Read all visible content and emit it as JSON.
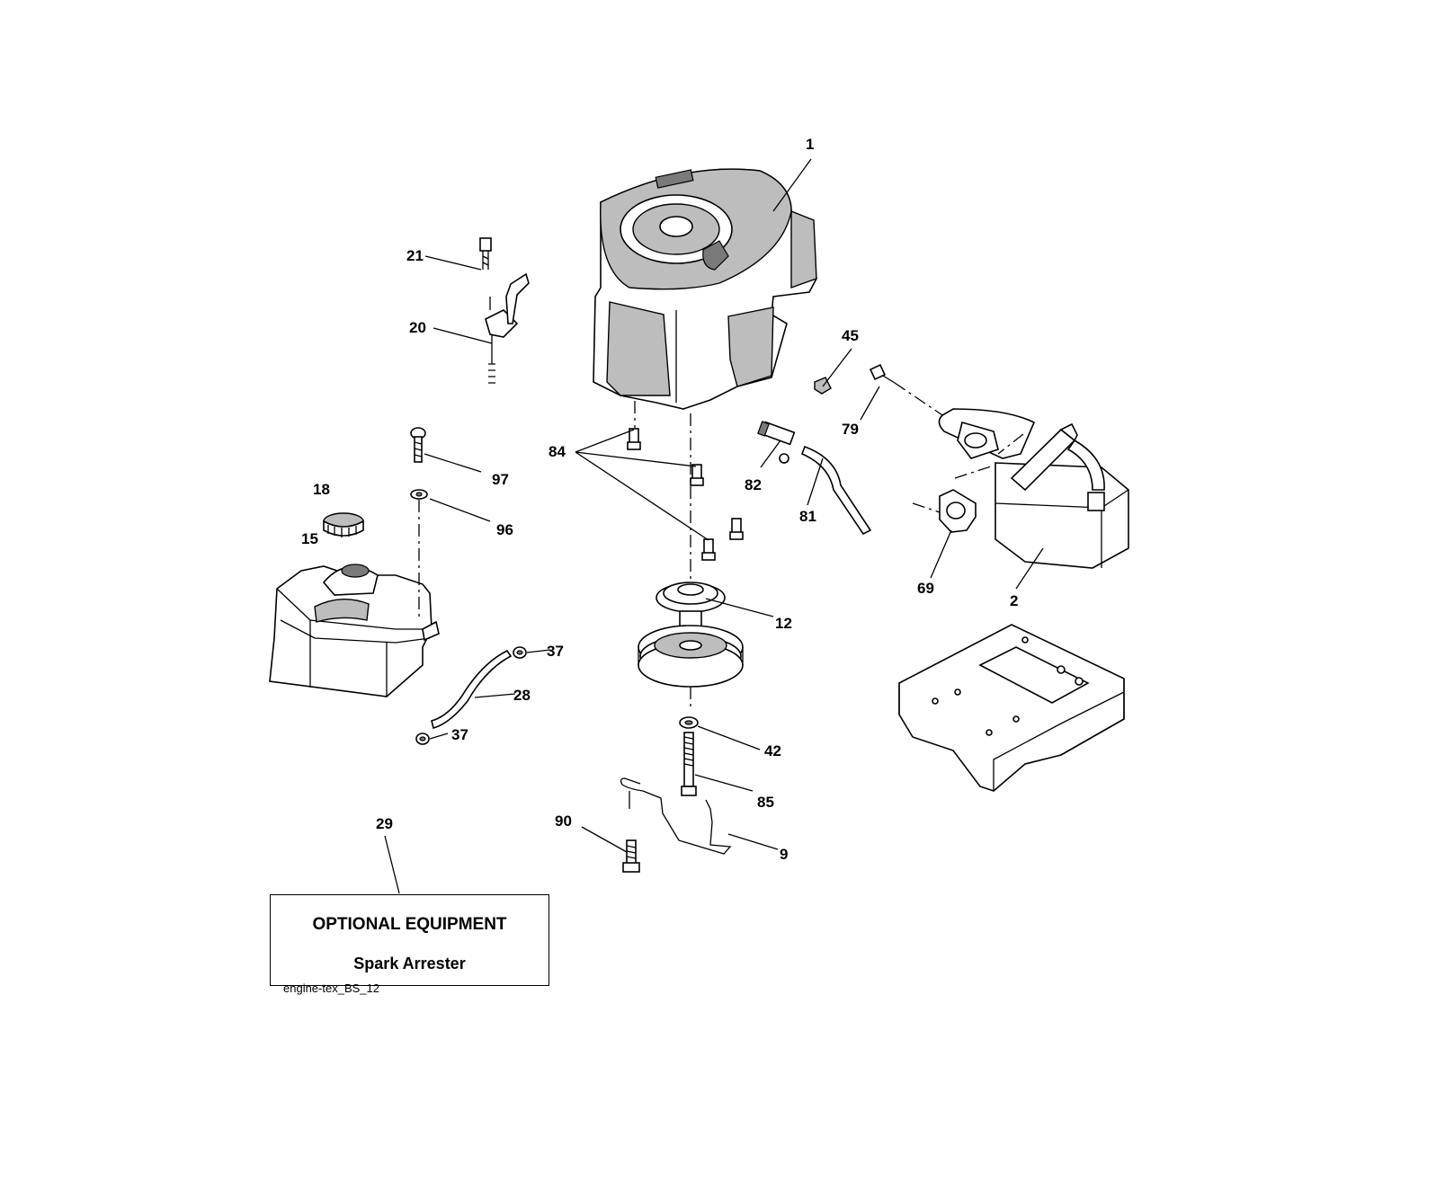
{
  "callouts": [
    {
      "id": "1"
    },
    {
      "id": "2"
    },
    {
      "id": "9"
    },
    {
      "id": "12"
    },
    {
      "id": "15"
    },
    {
      "id": "18"
    },
    {
      "id": "20"
    },
    {
      "id": "21"
    },
    {
      "id": "28"
    },
    {
      "id": "29"
    },
    {
      "id": "37a",
      "text": "37"
    },
    {
      "id": "37b",
      "text": "37"
    },
    {
      "id": "42"
    },
    {
      "id": "45"
    },
    {
      "id": "69"
    },
    {
      "id": "79"
    },
    {
      "id": "81"
    },
    {
      "id": "82"
    },
    {
      "id": "84"
    },
    {
      "id": "85"
    },
    {
      "id": "90"
    },
    {
      "id": "96"
    },
    {
      "id": "97"
    }
  ],
  "labels": {
    "c1": "1",
    "c2": "2",
    "c9": "9",
    "c12": "12",
    "c15": "15",
    "c18": "18",
    "c20": "20",
    "c21": "21",
    "c28": "28",
    "c29": "29",
    "c37a": "37",
    "c37b": "37",
    "c42": "42",
    "c45": "45",
    "c69": "69",
    "c79": "79",
    "c81": "81",
    "c82": "82",
    "c84": "84",
    "c85": "85",
    "c90": "90",
    "c96": "96",
    "c97": "97"
  },
  "optional_box": {
    "title": "OPTIONAL EQUIPMENT",
    "subtitle": "Spark Arrester"
  },
  "diagram_ref": "engine-tex_BS_12"
}
